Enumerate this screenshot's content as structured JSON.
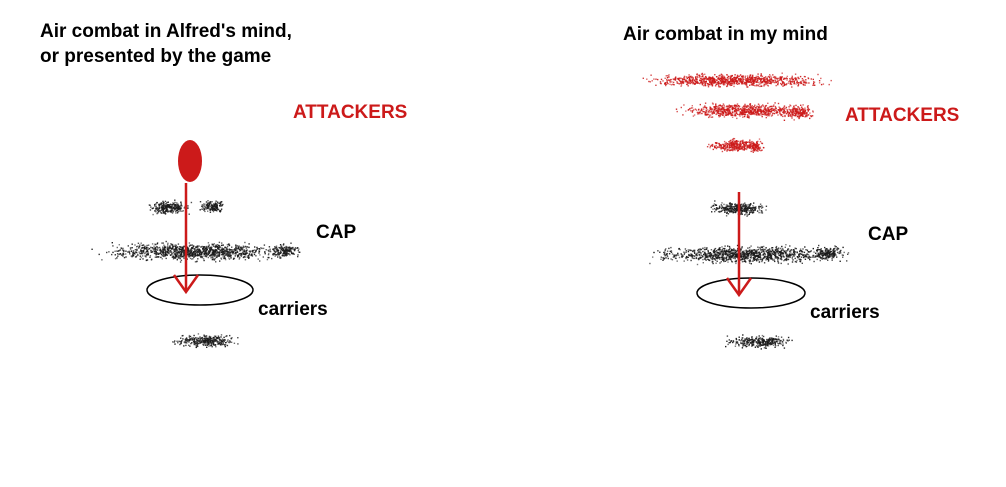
{
  "colors": {
    "attackers": "#cc1a1a",
    "arrow": "#cc1a1a",
    "cap_dots": "#1a1a1a",
    "text": "#000000",
    "background": "#ffffff"
  },
  "left_panel": {
    "title_line1": "Air combat in Alfred's mind,",
    "title_line2": "or presented by the game",
    "attackers_label": "ATTACKERS",
    "cap_label": "CAP",
    "carriers_label": "carriers"
  },
  "right_panel": {
    "title": "Air combat in my mind",
    "attackers_label": "ATTACKERS",
    "cap_label": "CAP",
    "carriers_label": "carriers"
  }
}
